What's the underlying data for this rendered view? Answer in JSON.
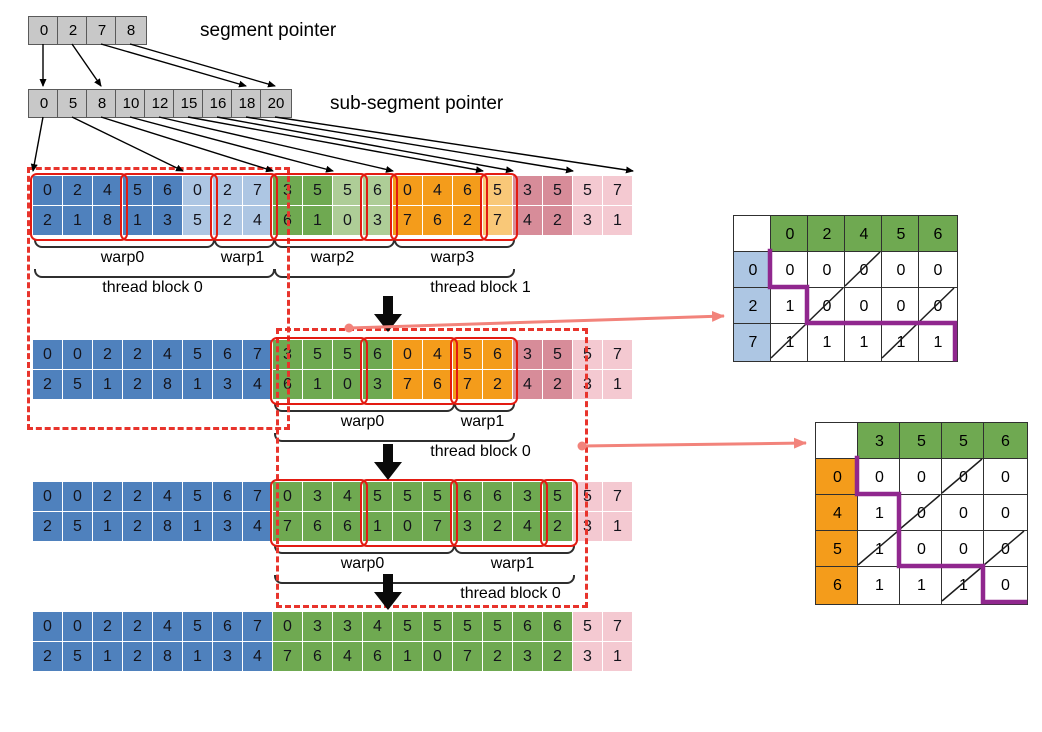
{
  "palette": {
    "gray": "#c8c8c8",
    "blue": "#4f81bd",
    "blue_light": "#adc6e3",
    "green": "#6fa951",
    "green_light": "#aecd97",
    "orange": "#f49c1b",
    "orange_light": "#f9c878",
    "pink": "#d78c99",
    "pink_light": "#f4c9d1",
    "red": "#e31b12",
    "red_dashed": "#e8342c",
    "purple": "#90278e",
    "salmon": "#f2837b",
    "black": "#000000"
  },
  "pointers": {
    "segment_label": "segment pointer",
    "segment_values": [
      "0",
      "2",
      "7",
      "8"
    ],
    "subsegment_label": "sub-segment pointer",
    "subsegment_values": [
      "0",
      "5",
      "8",
      "10",
      "12",
      "15",
      "16",
      "18",
      "20"
    ]
  },
  "rows": [
    {
      "top": [
        "0",
        "2",
        "4",
        "5",
        "6",
        "0",
        "2",
        "7",
        "3",
        "5",
        "5",
        "6",
        "0",
        "4",
        "6",
        "5",
        "3",
        "5",
        "5",
        "7"
      ],
      "bottom": [
        "2",
        "1",
        "8",
        "1",
        "3",
        "5",
        "2",
        "4",
        "6",
        "1",
        "0",
        "3",
        "7",
        "6",
        "2",
        "7",
        "4",
        "2",
        "3",
        "1"
      ],
      "colors": [
        "blue",
        "blue",
        "blue",
        "blue",
        "blue",
        "blue_light",
        "blue_light",
        "blue_light",
        "green",
        "green",
        "green_light",
        "green_light",
        "orange",
        "orange",
        "orange",
        "orange_light",
        "pink",
        "pink",
        "pink_light",
        "pink_light"
      ],
      "boxes": [
        [
          0,
          2
        ],
        [
          3,
          5
        ],
        [
          6,
          7
        ],
        [
          8,
          10
        ],
        [
          11,
          11
        ],
        [
          12,
          14
        ],
        [
          15,
          15
        ]
      ],
      "warps": [
        {
          "label": "warp0",
          "span": [
            0,
            5
          ]
        },
        {
          "label": "warp1",
          "span": [
            6,
            7
          ]
        },
        {
          "label": "warp2",
          "span": [
            8,
            11
          ]
        },
        {
          "label": "warp3",
          "span": [
            12,
            15
          ]
        }
      ],
      "blocks": [
        {
          "label": "thread block 0",
          "span": [
            0,
            7
          ]
        },
        {
          "label": "thread block 1",
          "span": [
            8,
            15
          ]
        }
      ]
    },
    {
      "top": [
        "0",
        "0",
        "2",
        "2",
        "4",
        "5",
        "6",
        "7",
        "3",
        "5",
        "5",
        "6",
        "0",
        "4",
        "5",
        "6",
        "3",
        "5",
        "5",
        "7"
      ],
      "bottom": [
        "2",
        "5",
        "1",
        "2",
        "8",
        "1",
        "3",
        "4",
        "6",
        "1",
        "0",
        "3",
        "7",
        "6",
        "7",
        "2",
        "4",
        "2",
        "3",
        "1"
      ],
      "colors": [
        "blue",
        "blue",
        "blue",
        "blue",
        "blue",
        "blue",
        "blue",
        "blue",
        "green",
        "green",
        "green",
        "green",
        "orange",
        "orange",
        "orange",
        "orange",
        "pink",
        "pink",
        "pink_light",
        "pink_light"
      ],
      "boxes": [
        [
          8,
          10
        ],
        [
          11,
          13
        ],
        [
          14,
          15
        ]
      ],
      "warps": [
        {
          "label": "warp0",
          "span": [
            8,
            13
          ]
        },
        {
          "label": "warp1",
          "span": [
            14,
            15
          ]
        }
      ],
      "blocks": [
        {
          "label": "thread block 0",
          "span": [
            8,
            15
          ]
        }
      ]
    },
    {
      "top": [
        "0",
        "0",
        "2",
        "2",
        "4",
        "5",
        "6",
        "7",
        "0",
        "3",
        "4",
        "5",
        "5",
        "5",
        "6",
        "6",
        "3",
        "5",
        "5",
        "7"
      ],
      "bottom": [
        "2",
        "5",
        "1",
        "2",
        "8",
        "1",
        "3",
        "4",
        "7",
        "6",
        "6",
        "1",
        "0",
        "7",
        "3",
        "2",
        "4",
        "2",
        "3",
        "1"
      ],
      "colors": [
        "blue",
        "blue",
        "blue",
        "blue",
        "blue",
        "blue",
        "blue",
        "blue",
        "green",
        "green",
        "green",
        "green",
        "green",
        "green",
        "green",
        "green",
        "green",
        "green",
        "pink_light",
        "pink_light"
      ],
      "boxes": [
        [
          8,
          10
        ],
        [
          11,
          13
        ],
        [
          14,
          16
        ],
        [
          17,
          17
        ]
      ],
      "warps": [
        {
          "label": "warp0",
          "span": [
            8,
            13
          ]
        },
        {
          "label": "warp1",
          "span": [
            14,
            17
          ]
        }
      ],
      "blocks": [
        {
          "label": "thread block 0",
          "span": [
            8,
            17
          ]
        }
      ]
    },
    {
      "top": [
        "0",
        "0",
        "2",
        "2",
        "4",
        "5",
        "6",
        "7",
        "0",
        "3",
        "3",
        "4",
        "5",
        "5",
        "5",
        "5",
        "6",
        "6",
        "5",
        "7"
      ],
      "bottom": [
        "2",
        "5",
        "1",
        "2",
        "8",
        "1",
        "3",
        "4",
        "7",
        "6",
        "4",
        "6",
        "1",
        "0",
        "7",
        "2",
        "3",
        "2",
        "3",
        "1"
      ],
      "colors": [
        "blue",
        "blue",
        "blue",
        "blue",
        "blue",
        "blue",
        "blue",
        "blue",
        "green",
        "green",
        "green",
        "green",
        "green",
        "green",
        "green",
        "green",
        "green",
        "green",
        "pink_light",
        "pink_light"
      ],
      "boxes": [],
      "warps": [],
      "blocks": []
    }
  ],
  "matrices": [
    {
      "col_headers": [
        "0",
        "2",
        "4",
        "5",
        "6"
      ],
      "row_headers": [
        "0",
        "2",
        "7"
      ],
      "col_header_color": "green",
      "row_header_color": "blue_light",
      "values": [
        [
          "0",
          "0",
          "0",
          "0",
          "0"
        ],
        [
          "1",
          "0",
          "0",
          "0",
          "0"
        ],
        [
          "1",
          "1",
          "1",
          "1",
          "1"
        ]
      ],
      "diagonals": [
        [
          0,
          2
        ],
        [
          1,
          1
        ],
        [
          2,
          0
        ],
        [
          1,
          4
        ],
        [
          2,
          3
        ]
      ],
      "path": "DRDRRRRD"
    },
    {
      "col_headers": [
        "3",
        "5",
        "5",
        "6"
      ],
      "row_headers": [
        "0",
        "4",
        "5",
        "6"
      ],
      "col_header_color": "green",
      "row_header_color": "orange",
      "values": [
        [
          "0",
          "0",
          "0",
          "0"
        ],
        [
          "1",
          "0",
          "0",
          "0"
        ],
        [
          "1",
          "0",
          "0",
          "0"
        ],
        [
          "1",
          "1",
          "1",
          "0"
        ]
      ],
      "diagonals": [
        [
          0,
          2
        ],
        [
          1,
          1
        ],
        [
          2,
          0
        ],
        [
          2,
          3
        ],
        [
          3,
          2
        ]
      ],
      "path": "DRDDRRDR"
    }
  ]
}
